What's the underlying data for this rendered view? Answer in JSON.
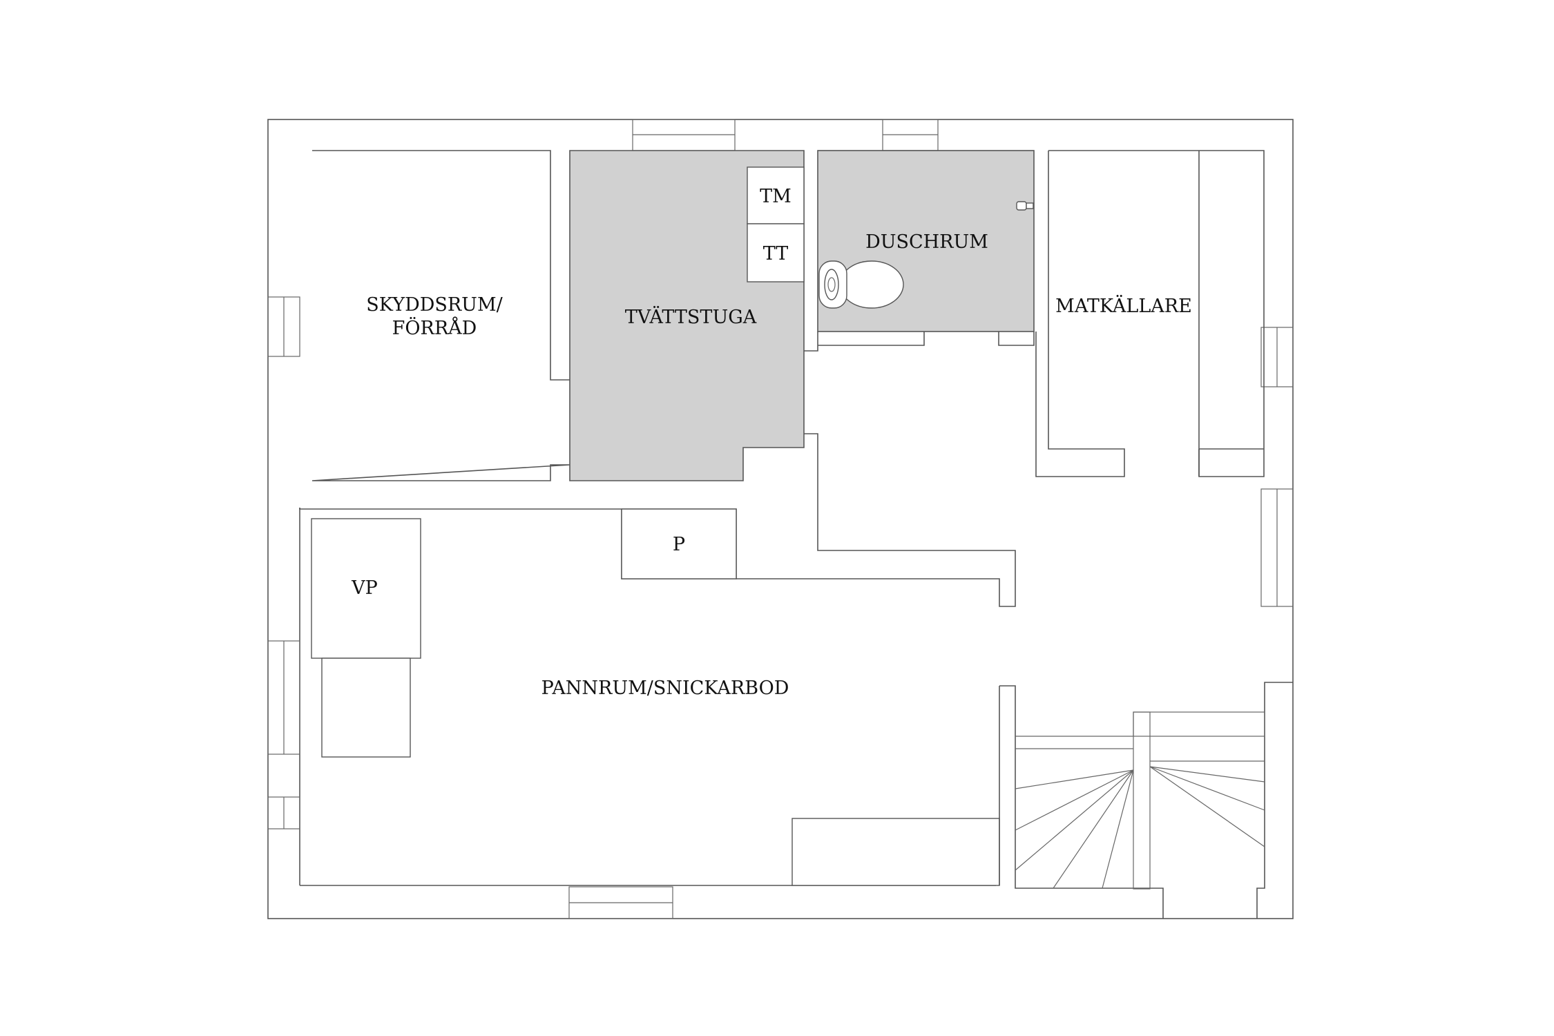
{
  "colors": {
    "background": "#ffffff",
    "wet_room_fill": "#d1d1d1",
    "line": "#555555",
    "text": "#111111"
  },
  "rooms": {
    "skyddsrum_line1": "SKYDDSRUM/",
    "skyddsrum_line2": "FÖRRÅD",
    "tvattstuga": "TVÄTTSTUGA",
    "duschrum": "DUSCHRUM",
    "matkallare": "MATKÄLLARE",
    "pannrum": "PANNRUM/SNICKARBOD"
  },
  "fixtures": {
    "tm": "TM",
    "tt": "TT",
    "p": "P",
    "vp": "VP"
  },
  "icons": {
    "toilet": "toilet-icon",
    "shower_head": "shower-head-icon",
    "stairs": "stairs"
  }
}
